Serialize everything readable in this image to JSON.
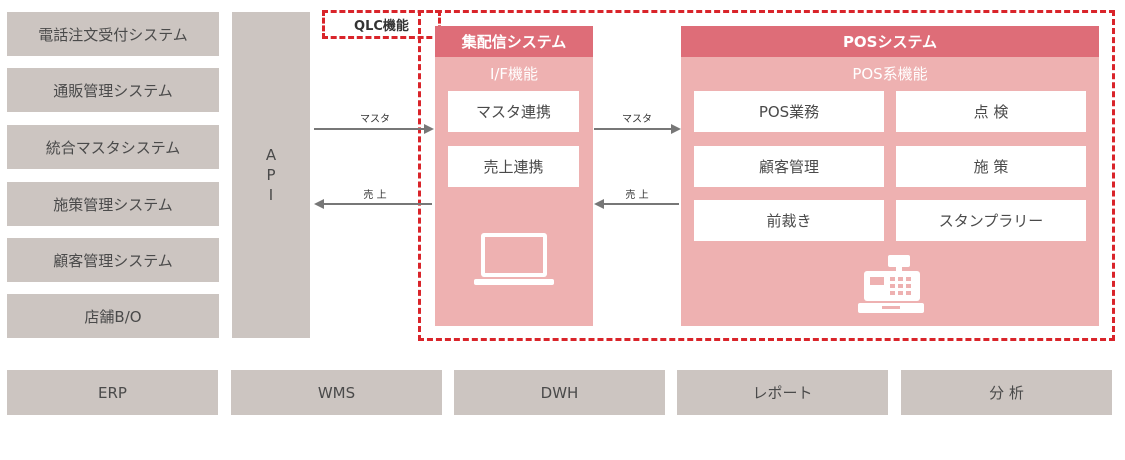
{
  "left_systems": [
    "電話注文受付システム",
    "通販管理システム",
    "統合マスタシステム",
    "施策管理システム",
    "顧客管理システム",
    "店舗B/O"
  ],
  "api": {
    "letters": [
      "A",
      "P",
      "I"
    ]
  },
  "qlc": {
    "label": "QLC機能"
  },
  "arrows": {
    "master_label": "マスタ",
    "sales_label": "売 上"
  },
  "distribution": {
    "title": "集配信システム",
    "subtitle": "I/F機能",
    "items": [
      "マスタ連携",
      "売上連携"
    ],
    "icon": "laptop-icon"
  },
  "pos": {
    "title": "POSシステム",
    "subtitle": "POS系機能",
    "items": [
      "POS業務",
      "点 検",
      "顧客管理",
      "施 策",
      "前裁き",
      "スタンプラリー"
    ],
    "icon": "cash-register-icon"
  },
  "bottom_systems": [
    "ERP",
    "WMS",
    "DWH",
    "レポート",
    "分 析"
  ],
  "colors": {
    "gray": "#ccc5c1",
    "panel_bg": "#eeb1b1",
    "panel_header": "#de6d78",
    "dashed_border": "#d9242a",
    "arrow": "#777777"
  }
}
